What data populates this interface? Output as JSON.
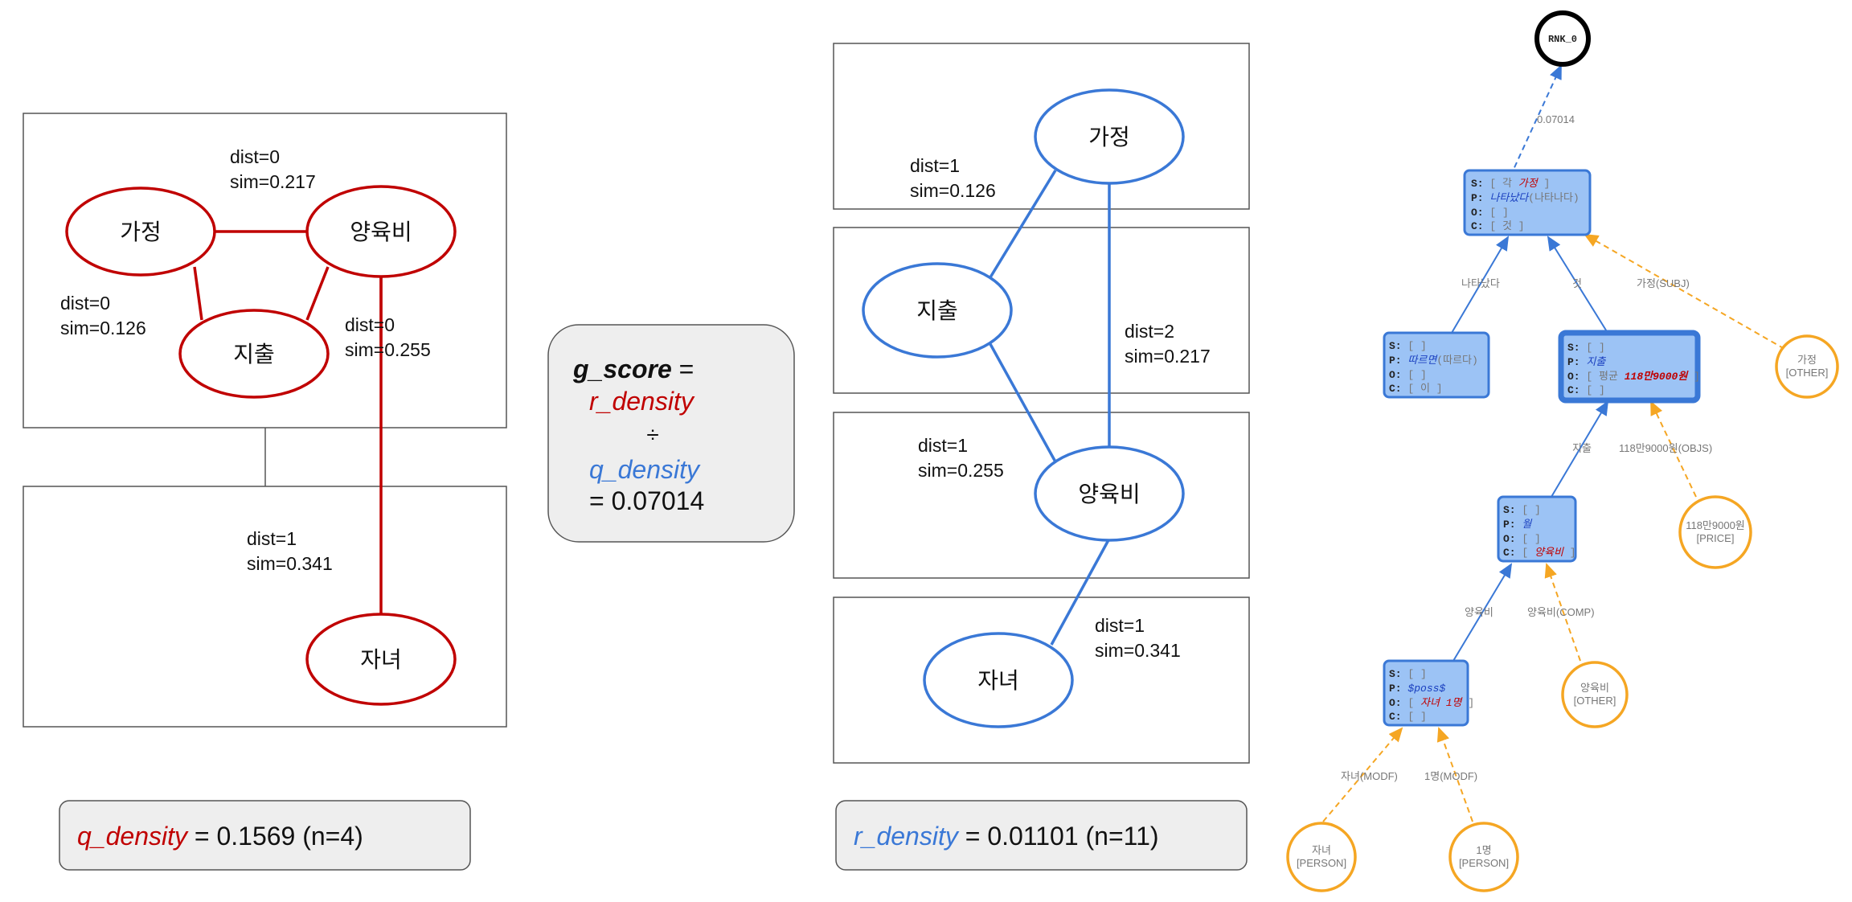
{
  "left_graph": {
    "nodes": {
      "gajeong": "가정",
      "yangyukbi": "양육비",
      "jichul": "지출",
      "janyeo": "자녀"
    },
    "edges": [
      {
        "dist": "dist=0",
        "sim": "sim=0.217"
      },
      {
        "dist": "dist=0",
        "sim": "sim=0.126"
      },
      {
        "dist": "dist=0",
        "sim": "sim=0.255"
      },
      {
        "dist": "dist=1",
        "sim": "sim=0.341"
      }
    ],
    "density": {
      "name": "q_density",
      "value": "= 0.1569 (n=4)"
    }
  },
  "formula": {
    "g_score": "g_score",
    "eq": " =",
    "numerator": "r_density",
    "divide": "÷",
    "denominator": "q_density",
    "result": "= 0.07014"
  },
  "right_graph": {
    "nodes": {
      "gajeong": "가정",
      "jichul": "지출",
      "yangyukbi": "양육비",
      "janyeo": "자녀"
    },
    "edges": [
      {
        "dist": "dist=1",
        "sim": "sim=0.126"
      },
      {
        "dist": "dist=2",
        "sim": "sim=0.217"
      },
      {
        "dist": "dist=1",
        "sim": "sim=0.255"
      },
      {
        "dist": "dist=1",
        "sim": "sim=0.341"
      }
    ],
    "density": {
      "name": "r_density",
      "value": "= 0.01101 (n=11)"
    }
  },
  "tree": {
    "root": "RNK_0",
    "root_edge": "0.07014",
    "card1": {
      "s_pre": "[ 각 ",
      "s_em": "가정",
      "s_post": " ]",
      "p_em": "나타났다",
      "p_plain": "(나타나다)",
      "o": "[ ]",
      "c": "[ 것 ]"
    },
    "card2": {
      "s": "[ ]",
      "p_em": "따르면",
      "p_plain": "(따르다)",
      "o": "[ ]",
      "c": "[ 이 ]"
    },
    "card3": {
      "s": "[ ]",
      "p_em": "지출",
      "o_pre": "[ 평균 ",
      "o_em": "118만9000원",
      "o_post": " ]",
      "c": "[ ]"
    },
    "card4": {
      "s": "[ ]",
      "p_em": "월",
      "o": "[ ]",
      "c_pre": "[ ",
      "c_em": "양육비",
      "c_post": " ]"
    },
    "card5": {
      "s": "[ ]",
      "p_em": "$poss$",
      "o_pre": "[ ",
      "o_em": "자녀 1명",
      "o_post": " ]",
      "c": "[ ]"
    },
    "keys": {
      "s": "S:",
      "p": "P:",
      "o": "O:",
      "c": "C:"
    },
    "edge_labels": {
      "e1": "나타났다",
      "e2": "것",
      "e3": "가정(SUBJ)",
      "e4": "지출",
      "e5": "118만9000원(OBJS)",
      "e6": "양육비",
      "e7": "양육비(COMP)",
      "e8": "자녀(MODF)",
      "e9": "1명(MODF)"
    },
    "entities": {
      "gajeong": {
        "name": "가정",
        "type": "[OTHER]"
      },
      "price": {
        "name": "118만9000원",
        "type": "[PRICE]"
      },
      "yangyukbi": {
        "name": "양육비",
        "type": "[OTHER]"
      },
      "janyeo": {
        "name": "자녀",
        "type": "[PERSON]"
      },
      "one": {
        "name": "1명",
        "type": "[PERSON]"
      }
    }
  },
  "colors": {
    "red": "#c00000",
    "blue": "#3a78d6",
    "orange": "#f5a623",
    "card_fill": "#9cc3f5"
  }
}
